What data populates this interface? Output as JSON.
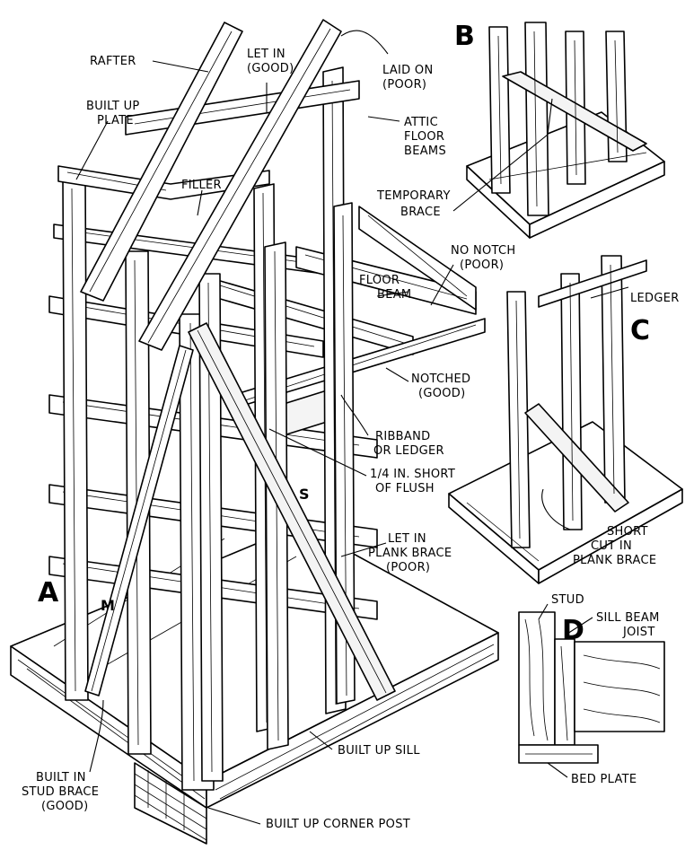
{
  "figure": {
    "panel_letters": {
      "a": "A",
      "b": "B",
      "c": "C",
      "d": "D",
      "m": "M",
      "s": "S"
    },
    "labels": {
      "rafter": "RAFTER",
      "built_up_plate_1": "BUILT UP",
      "built_up_plate_2": "PLATE",
      "let_in_good_1": "LET IN",
      "let_in_good_2": "(GOOD)",
      "laid_on_1": "LAID ON",
      "laid_on_2": "(POOR)",
      "attic_1": "ATTIC",
      "attic_2": "FLOOR",
      "attic_3": "BEAMS",
      "filler": "FILLER",
      "temporary_1": "TEMPORARY",
      "temporary_2": "BRACE",
      "no_notch_1": "NO NOTCH",
      "no_notch_2": "(POOR)",
      "floor_beam_1": "FLOOR",
      "floor_beam_2": "BEAM",
      "ledger": "LEDGER",
      "notched_1": "NOTCHED",
      "notched_2": "(GOOD)",
      "ribband_1": "RIBBAND",
      "ribband_2": "OR LEDGER",
      "short_flush_1": "1/4 IN. SHORT",
      "short_flush_2": "OF FLUSH",
      "let_in_plank_1": "LET IN",
      "let_in_plank_2": "PLANK BRACE",
      "let_in_plank_3": "(POOR)",
      "short_cut_1": "SHORT",
      "short_cut_2": "CUT IN",
      "short_cut_3": "PLANK BRACE",
      "stud": "STUD",
      "sill_beam": "SILL BEAM",
      "joist": "JOIST",
      "bed_plate": "BED PLATE",
      "built_up_sill": "BUILT UP SILL",
      "built_in_1": "BUILT IN",
      "built_in_2": "STUD BRACE",
      "built_in_3": "(GOOD)",
      "corner_post": "BUILT UP CORNER POST"
    }
  }
}
